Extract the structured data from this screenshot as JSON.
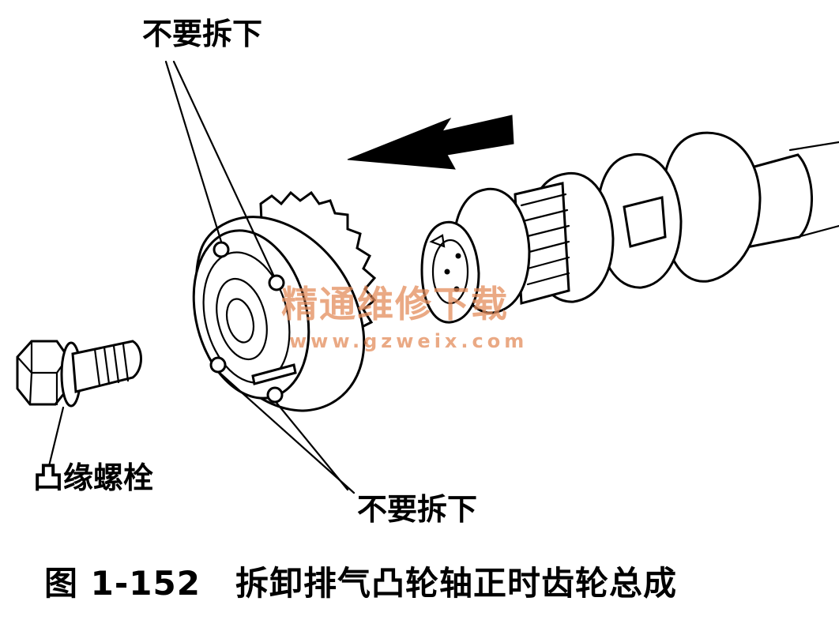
{
  "labels": {
    "do_not_remove_top": "不要拆下",
    "do_not_remove_bottom": "不要拆下",
    "flange_bolt": "凸缘螺栓"
  },
  "caption": {
    "number": "图 1-152",
    "title": "拆卸排气凸轮轴正时齿轮总成"
  },
  "watermark": {
    "name": "精通维修下载",
    "url": "www.gzweix.com"
  },
  "colors": {
    "ink": "#000000",
    "watermark": "#e48d5c",
    "background": "#ffffff"
  }
}
